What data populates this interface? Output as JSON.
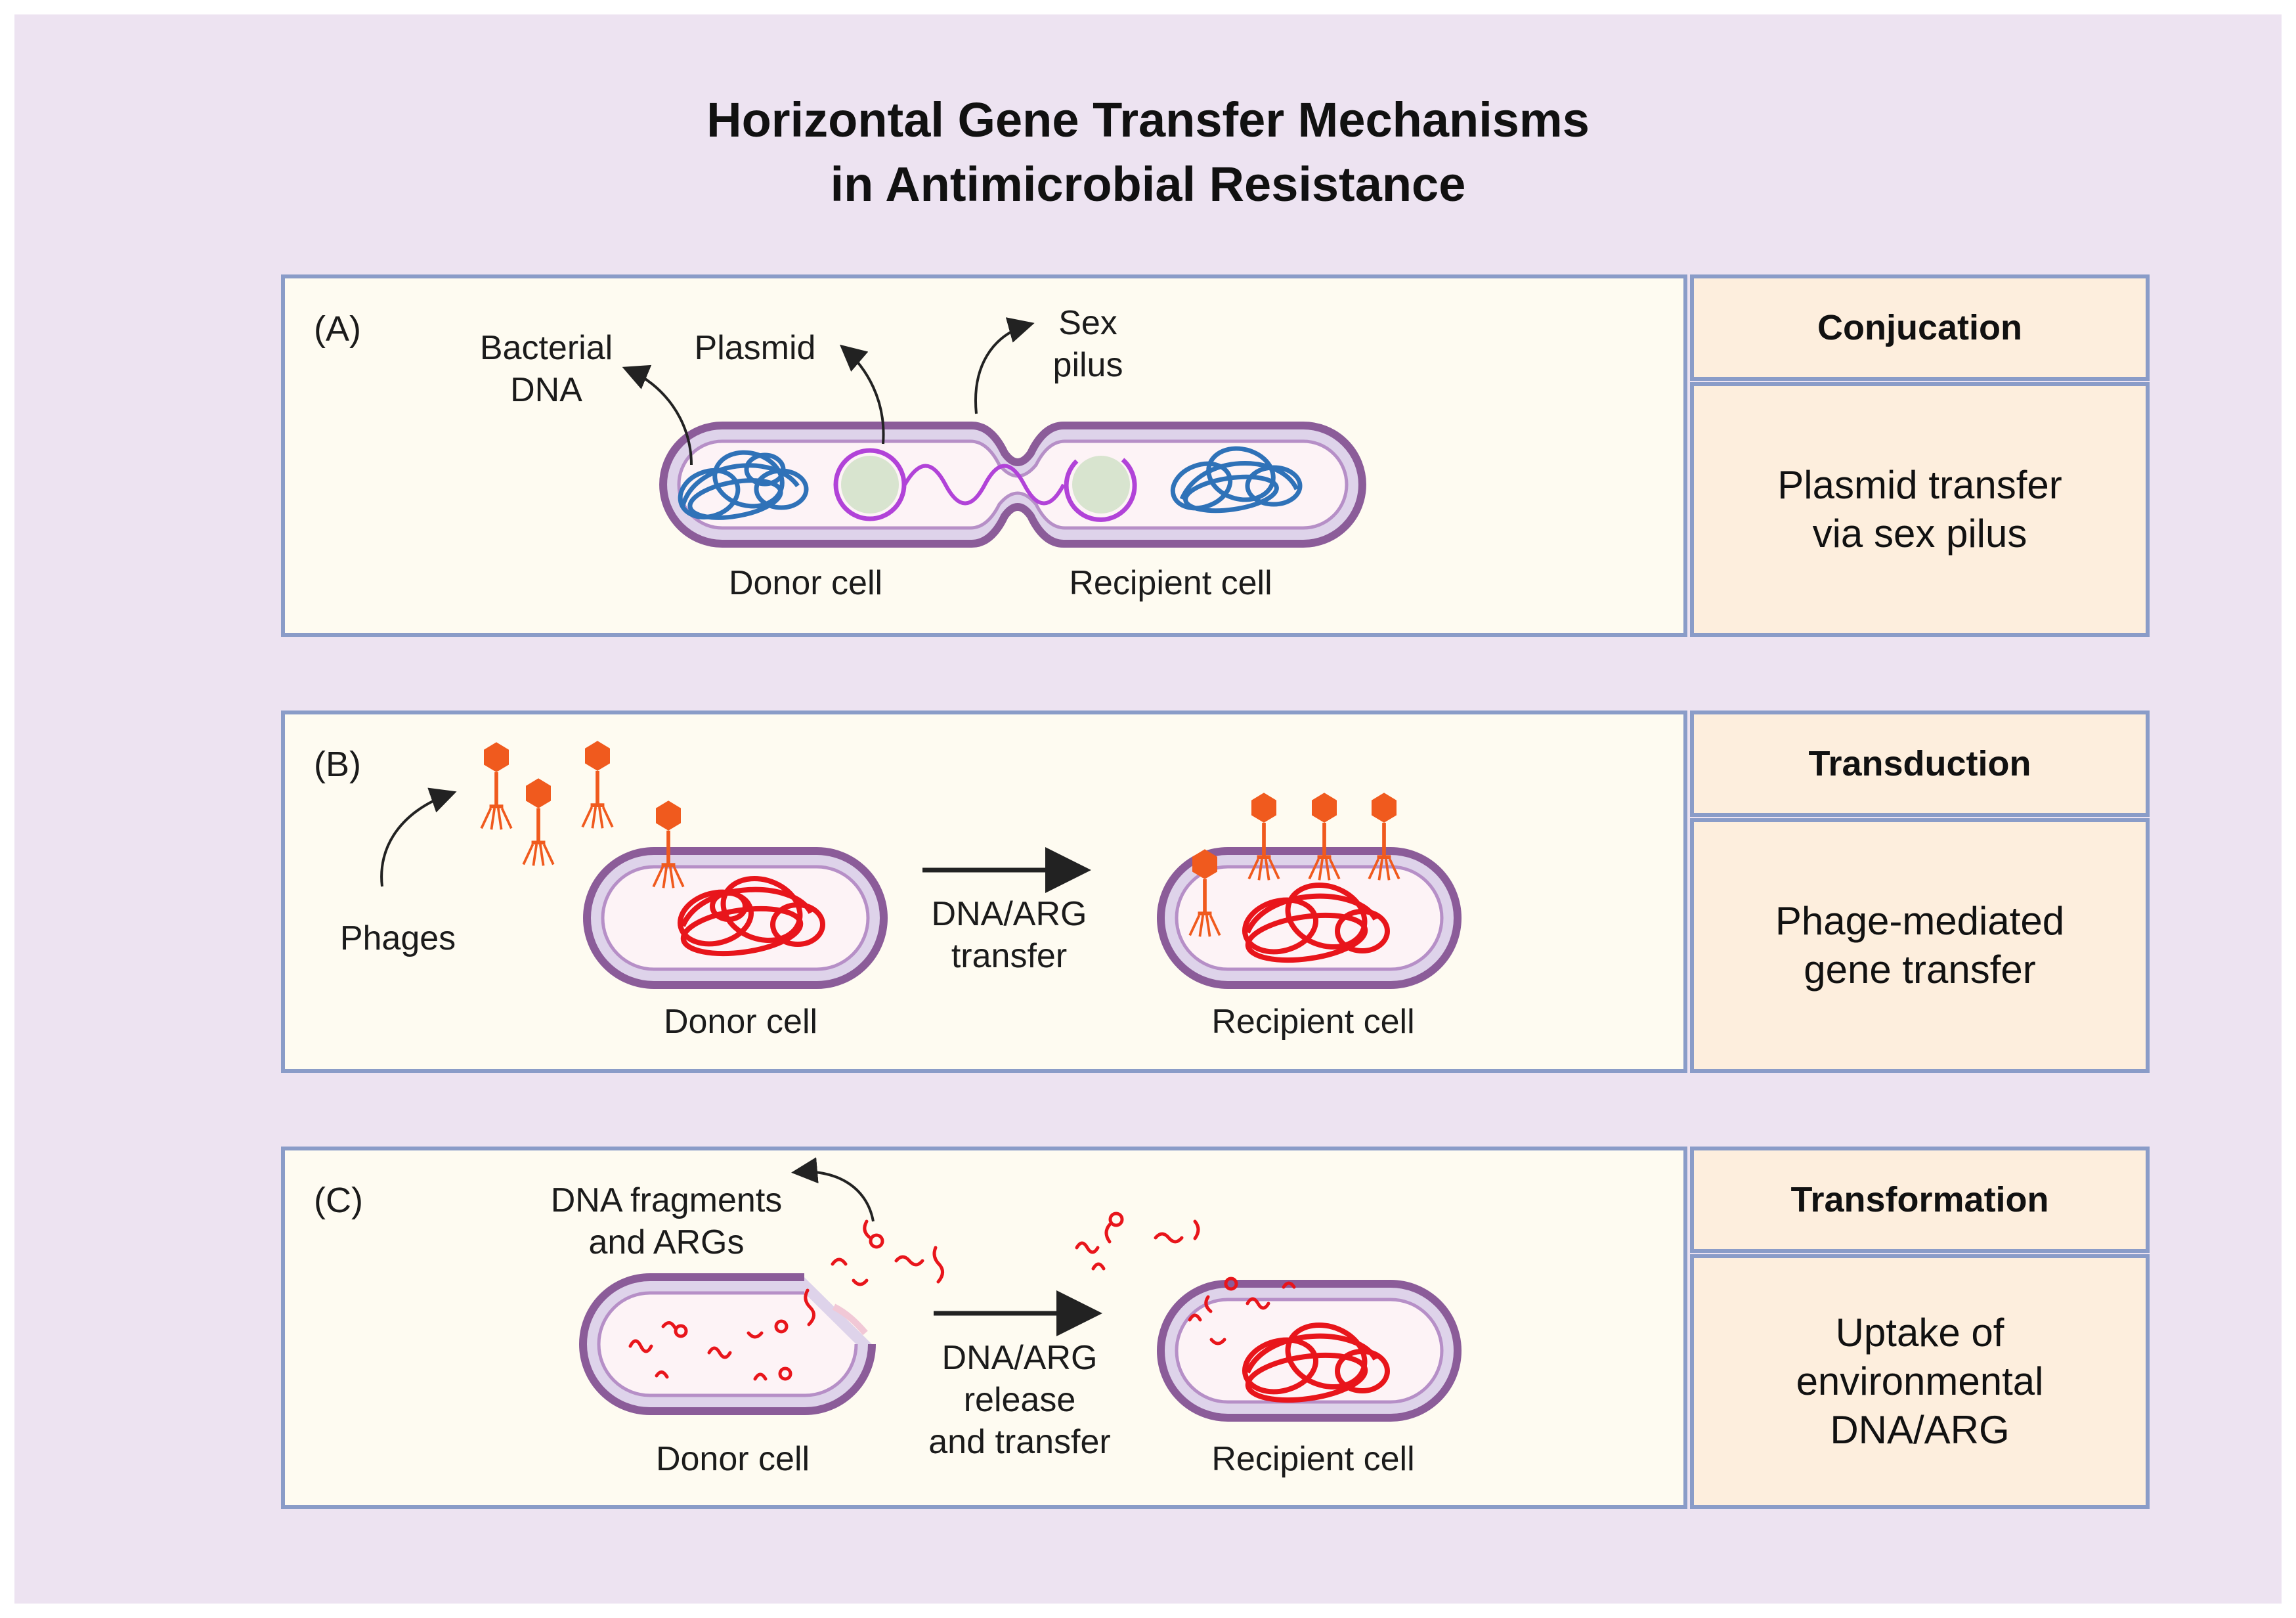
{
  "title": {
    "line1": "Horizontal Gene Transfer Mechanisms",
    "line2": "in Antimicrobial Resistance"
  },
  "colors": {
    "background": "#ede3f1",
    "panel_fill": "#fefbf1",
    "panel_border": "#8a9cc8",
    "side_fill": "#fdeedd",
    "membrane": "#8b5c99",
    "bacterial_dna_blue": "#2f72b8",
    "plasmid_purple": "#b143d8",
    "red_dna": "#e8151b",
    "phage_orange": "#f05a1e"
  },
  "panels": [
    {
      "tag": "(A)",
      "mechanism": "Conjucation",
      "description": "Plasmid transfer\nvia sex pilus",
      "labels": {
        "bacterial_dna": "Bacterial\nDNA",
        "plasmid": "Plasmid",
        "sex_pilus": "Sex\npilus",
        "donor": "Donor cell",
        "recipient": "Recipient cell"
      }
    },
    {
      "tag": "(B)",
      "mechanism": "Transduction",
      "description": "Phage-mediated\ngene transfer",
      "labels": {
        "phages": "Phages",
        "arrow": "DNA/ARG\ntransfer",
        "donor": "Donor cell",
        "recipient": "Recipient cell"
      }
    },
    {
      "tag": "(C)",
      "mechanism": "Transformation",
      "description": "Uptake of\nenvironmental\nDNA/ARG",
      "labels": {
        "fragments": "DNA fragments\nand ARGs",
        "arrow": "DNA/ARG\nrelease\nand transfer",
        "donor": "Donor cell",
        "recipient": "Recipient cell"
      }
    }
  ],
  "icons": [
    "bacterial-cell-icon",
    "dna-coil-icon",
    "plasmid-icon",
    "bacteriophage-icon",
    "dna-fragment-icon",
    "arrow-icon"
  ]
}
